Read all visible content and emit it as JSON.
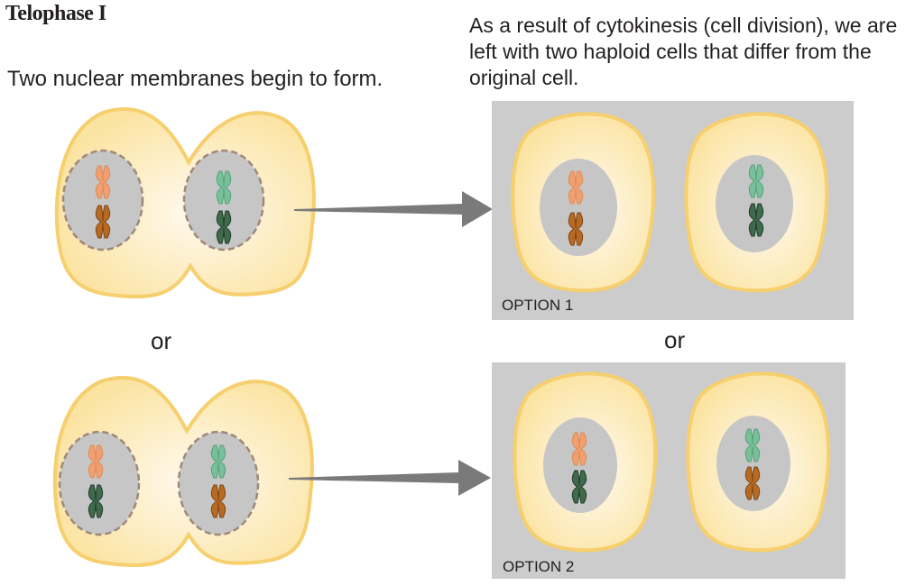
{
  "title": "Telophase I",
  "subtitle": "Two nuclear membranes begin to form.",
  "result_text": "As a result of cytokinesis (cell division), we are left with two haploid cells that differ from the original cell.",
  "or_label": "or",
  "options": [
    {
      "label": "OPTION 1"
    },
    {
      "label": "OPTION 2"
    }
  ],
  "colors": {
    "cytoplasm": "#fbe7a9",
    "membrane": "#f6cf6e",
    "nucleus": "#c6c6c6",
    "option_panel": "#cccccc",
    "arrow": "#7a7a7a",
    "chromosome_light_orange": "#f0a070",
    "chromosome_dark_orange": "#b86a22",
    "chromosome_light_green": "#78c09a",
    "chromosome_dark_green": "#3f6b4c"
  }
}
